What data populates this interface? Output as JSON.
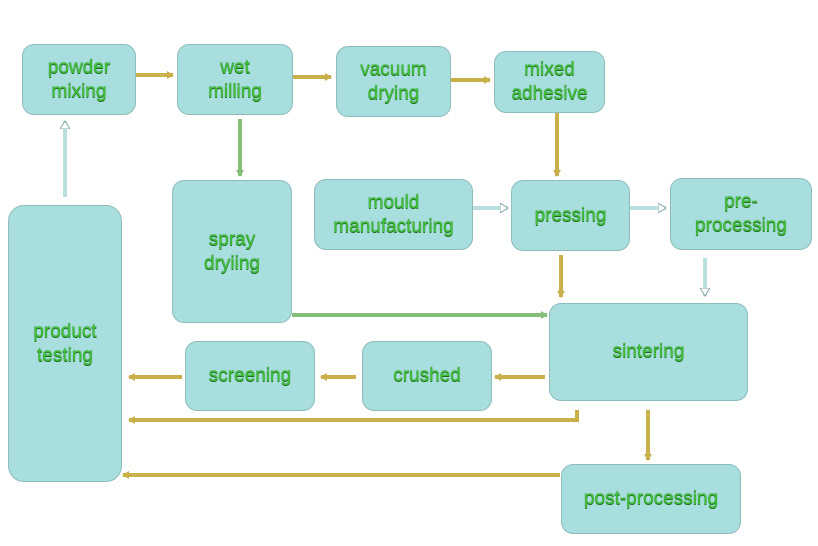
{
  "nodes": {
    "powder_mixing": "powder\nmixing",
    "wet_milling": "wet\nmilling",
    "vacuum_drying": "vacuum\ndrying",
    "mixed_adhesive": "mixed\nadhesive",
    "spray_drying": "spray\ndryiing",
    "mould_manufacturing": "mould\nmanufacturing",
    "pressing": "pressing",
    "pre_processing": "pre-\nprocessing",
    "product_testing": "product\ntesting",
    "sintering": "sintering",
    "screening": "screening",
    "crushed": "crushed",
    "post_processing": "post-processing"
  },
  "colors": {
    "node_fill": "#a8dedd",
    "label": "#3fbf39",
    "arrow_gold": "#c9b04a",
    "arrow_green": "#86bf78",
    "arrow_teal": "#b7e0df"
  }
}
